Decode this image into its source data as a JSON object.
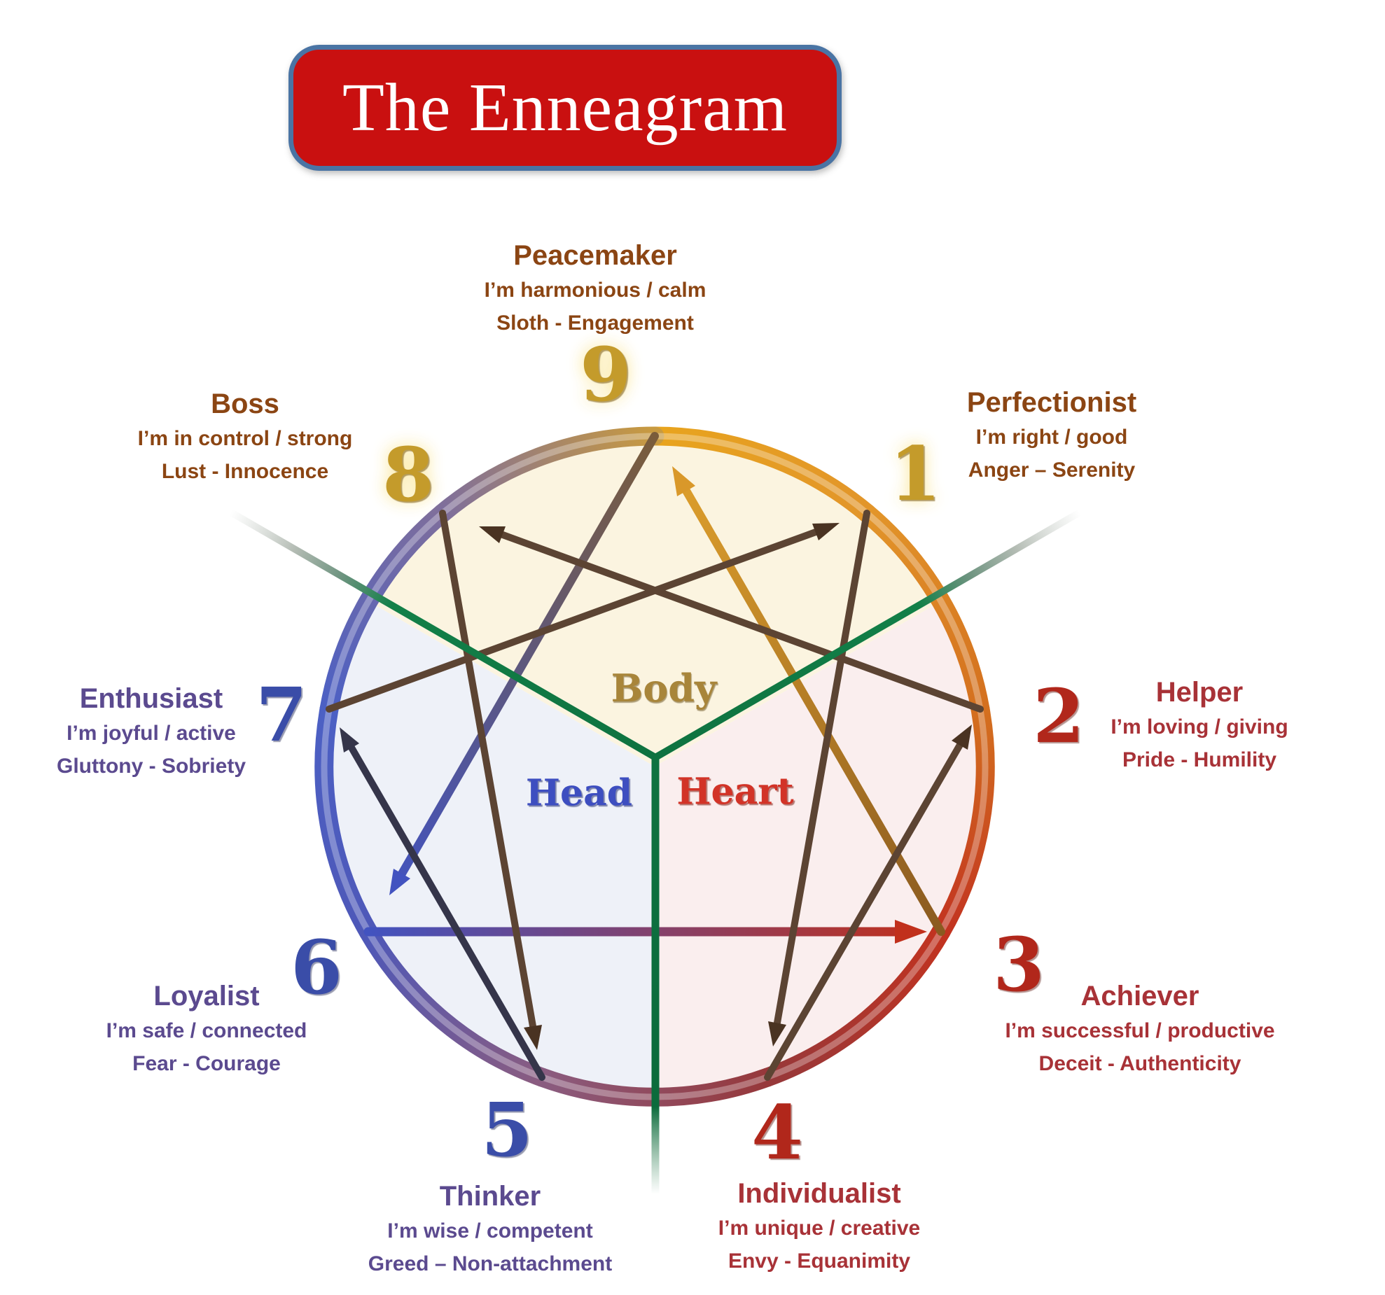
{
  "title": "The Enneagram",
  "centers": {
    "body": "Body",
    "head": "Head",
    "heart": "Heart"
  },
  "types": [
    {
      "number": "1",
      "name": "Perfectionist",
      "identity": "I’m right / good",
      "vice_virtue": "Anger – Serenity"
    },
    {
      "number": "2",
      "name": "Helper",
      "identity": "I’m loving / giving",
      "vice_virtue": "Pride - Humility"
    },
    {
      "number": "3",
      "name": "Achiever",
      "identity": "I’m successful / productive",
      "vice_virtue": "Deceit - Authenticity"
    },
    {
      "number": "4",
      "name": "Individualist",
      "identity": "I’m unique / creative",
      "vice_virtue": "Envy - Equanimity"
    },
    {
      "number": "5",
      "name": "Thinker",
      "identity": "I’m wise / competent",
      "vice_virtue": "Greed – Non-attachment"
    },
    {
      "number": "6",
      "name": "Loyalist",
      "identity": "I’m safe / connected",
      "vice_virtue": "Fear - Courage"
    },
    {
      "number": "7",
      "name": "Enthusiast",
      "identity": "I’m joyful / active",
      "vice_virtue": "Gluttony - Sobriety"
    },
    {
      "number": "8",
      "name": "Boss",
      "identity": "I’m in control / strong",
      "vice_virtue": "Lust - Innocence"
    },
    {
      "number": "9",
      "name": "Peacemaker",
      "identity": "I’m harmonious / calm",
      "vice_virtue": "Sloth - Engagement"
    }
  ],
  "colors": {
    "title_bg": "#C91010",
    "title_border": "#4A74A4",
    "heading_brown": "#8B4513",
    "heading_red": "#A83237",
    "heading_purple": "#5B4A8F",
    "number_gold": "#C49B2B",
    "number_red": "#B1271B",
    "number_blue": "#3A4DA8",
    "green_divider": "#128048",
    "body_word": "#A8853A",
    "head_word": "#3D4EC0",
    "heart_word": "#D23327"
  }
}
